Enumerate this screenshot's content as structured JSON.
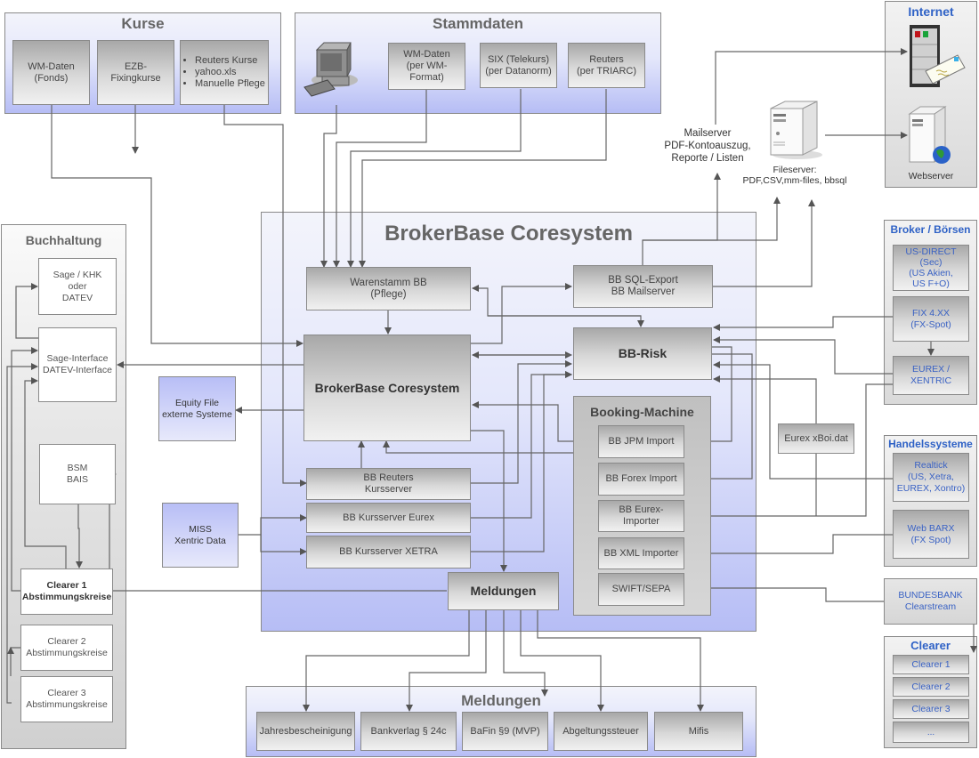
{
  "kurse": {
    "title": "Kurse",
    "items": [
      {
        "label": "WM-Daten\n(Fonds)"
      },
      {
        "label": "EZB-Fixingkurse"
      }
    ],
    "bullets": [
      "Reuters Kurse",
      "yahoo.xls",
      "Manuelle Pflege"
    ]
  },
  "stammdaten": {
    "title": "Stammdaten",
    "workstation_icon": "desktop-computer-icon",
    "items": [
      {
        "label": "WM-Daten\n(per WM-\nFormat)"
      },
      {
        "label": "SIX (Telekurs)\n(per Datanorm)"
      },
      {
        "label": "Reuters\n(per TRIARC)"
      }
    ]
  },
  "mailserver_label": "Mailserver\nPDF-Kontoauszug,\nReporte / Listen",
  "fileserver_label": "Fileserver:\nPDF,CSV,mm-files, bbsql",
  "internet": {
    "title": "Internet",
    "mail_icon": "mail-server-icon",
    "web_icon": "web-server-icon",
    "webserver_label": "Webserver"
  },
  "buchhaltung": {
    "title": "Buchhaltung",
    "sage": "Sage / KHK\noder\nDATEV",
    "interface": "Sage-Interface\nDATEV-Interface",
    "bsm": "BSM\nBAIS",
    "clearer1": "Clearer 1\nAbstimmungskreise",
    "clearer2": "Clearer 2\nAbstimmungskreise",
    "clearer3": "Clearer 3\nAbstimmungskreise"
  },
  "equity_file": "Equity File\nexterne Systeme",
  "miss": "MISS\nXentric Data",
  "core": {
    "title": "BrokerBase Coresystem",
    "warenstamm": "Warenstamm BB\n(Pflege)",
    "sql_export": "BB SQL-Export\nBB Mailserver",
    "coresystem": "BrokerBase Coresystem",
    "risk": "BB-Risk",
    "reuters_ks": "BB Reuters\nKursserver",
    "ks_eurex": "BB Kursserver Eurex",
    "ks_xetra": "BB Kursserver XETRA",
    "meldungen": "Meldungen",
    "booking": {
      "title": "Booking-Machine",
      "items": [
        "BB JPM Import",
        "BB Forex Import",
        "BB Eurex-Importer",
        "BB XML Importer",
        "SWIFT/SEPA"
      ]
    }
  },
  "eurex_xboi": "Eurex xBoi.dat",
  "broker": {
    "title": "Broker / Börsen",
    "items": [
      "US-DIRECT\n(Sec)\n(US Akien,\nUS F+O)",
      "FIX 4.XX\n(FX-Spot)",
      "EUREX /\nXENTRIC"
    ]
  },
  "handel": {
    "title": "Handelssysteme",
    "items": [
      "Realtick\n(US, Xetra,\nEUREX, Xontro)",
      "Web BARX\n(FX Spot)"
    ]
  },
  "bundesbank": "BUNDESBANK\nClearstream",
  "clearer": {
    "title": "Clearer",
    "items": [
      "Clearer 1",
      "Clearer 2",
      "Clearer 3",
      "..."
    ]
  },
  "meldungen_group": {
    "title": "Meldungen",
    "items": [
      "Jahresbescheinigung",
      "Bankverlag § 24c",
      "BaFin §9  (MVP)",
      "Abgeltungssteuer",
      "Mifis"
    ]
  }
}
